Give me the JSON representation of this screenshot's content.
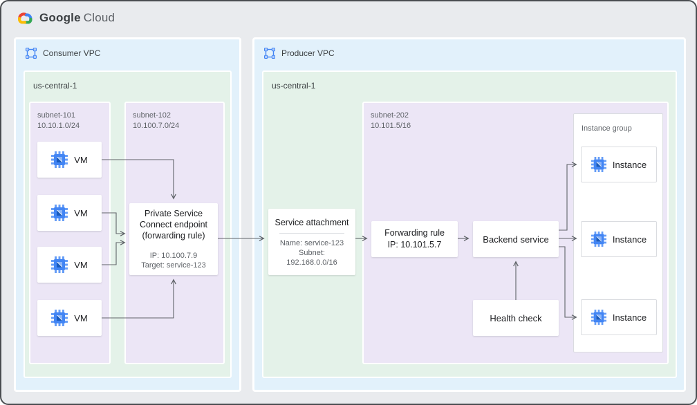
{
  "header": {
    "brand_primary": "Google",
    "brand_secondary": "Cloud"
  },
  "colors": {
    "background": "#E9EBEE",
    "vpc_fill": "#E2F1FB",
    "region_fill": "#E4F2E9",
    "subnet_fill": "#ECE6F6",
    "arrow": "#5F6368",
    "accent_blue": "#4285F4",
    "logo_red": "#EA4335",
    "logo_yellow": "#FBBC04",
    "logo_green": "#34A853"
  },
  "consumer_vpc": {
    "label": "Consumer VPC",
    "region": {
      "label": "us-central-1"
    },
    "subnet_101": {
      "label": "subnet-101\n10.10.1.0/24",
      "vms": [
        "VM",
        "VM",
        "VM",
        "VM"
      ]
    },
    "subnet_102": {
      "label": "subnet-102\n10.100.7.0/24",
      "psc_endpoint": {
        "title": "Private Service Connect endpoint (forwarding rule)",
        "ip": "IP: 10.100.7.9",
        "target": "Target: service-123"
      }
    }
  },
  "producer_vpc": {
    "label": "Producer VPC",
    "region": {
      "label": "us-central-1"
    },
    "service_attachment": {
      "title": "Service attachment",
      "name": "Name: service-123",
      "subnet_label": "Subnet:",
      "subnet_cidr": "192.168.0.0/16"
    },
    "subnet_202": {
      "label": "subnet-202\n10.101.5/16",
      "forwarding_rule": {
        "line1": "Forwarding rule",
        "line2": "IP: 10.101.5.7"
      },
      "backend_service": {
        "label": "Backend service"
      },
      "health_check": {
        "label": "Health check"
      },
      "instance_group": {
        "label": "Instance group",
        "instances": [
          "Instance",
          "Instance",
          "Instance"
        ]
      }
    }
  }
}
